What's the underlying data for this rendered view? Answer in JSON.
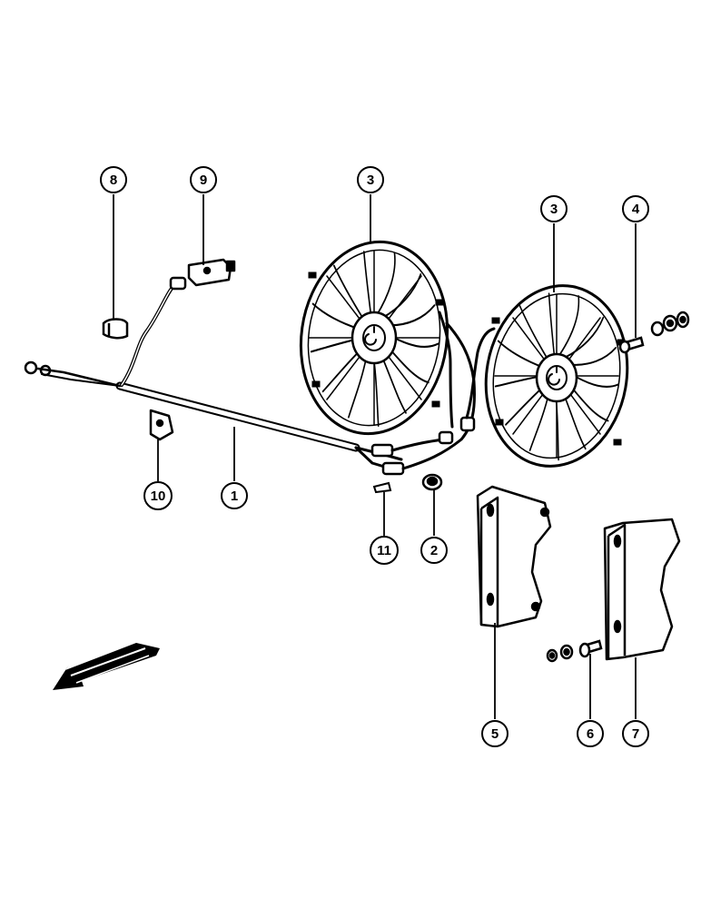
{
  "diagram": {
    "callouts": [
      {
        "key": "c1",
        "number": "1"
      },
      {
        "key": "c2",
        "number": "2"
      },
      {
        "key": "c3a",
        "number": "3"
      },
      {
        "key": "c3b",
        "number": "3"
      },
      {
        "key": "c4",
        "number": "4"
      },
      {
        "key": "c5",
        "number": "5"
      },
      {
        "key": "c6",
        "number": "6"
      },
      {
        "key": "c7",
        "number": "7"
      },
      {
        "key": "c8",
        "number": "8"
      },
      {
        "key": "c9",
        "number": "9"
      },
      {
        "key": "c10",
        "number": "10"
      },
      {
        "key": "c11",
        "number": "11"
      }
    ]
  }
}
